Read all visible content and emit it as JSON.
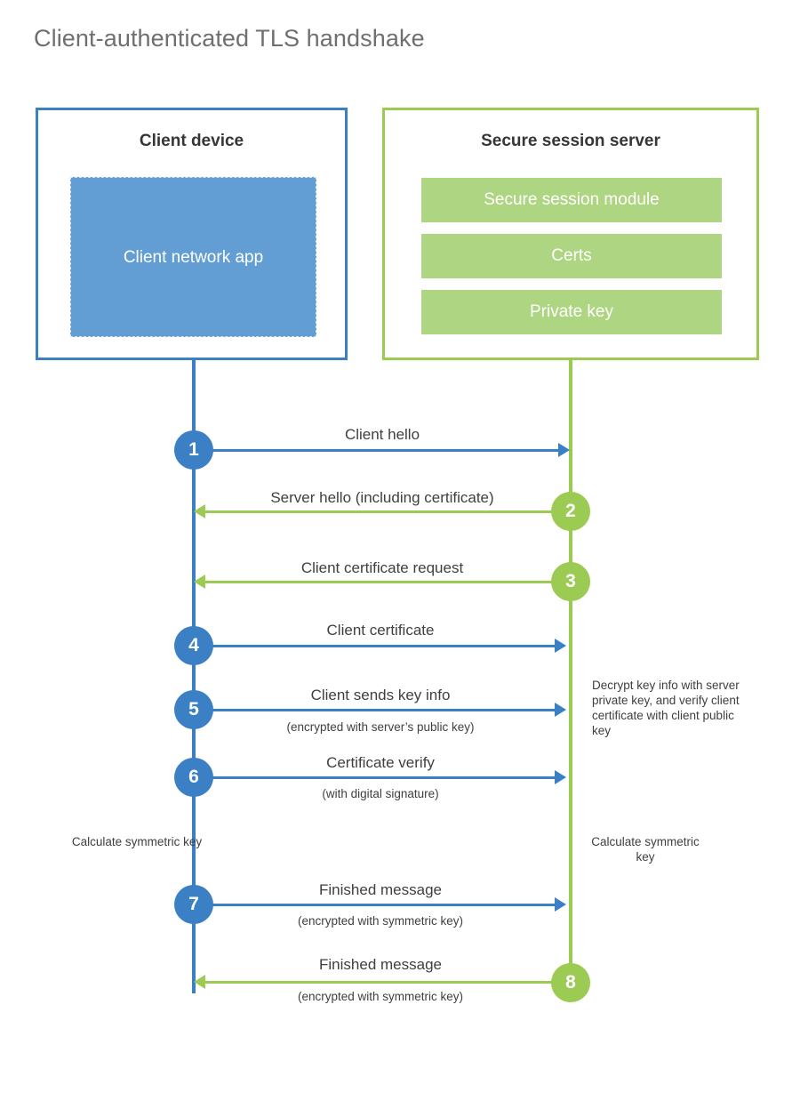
{
  "title": "Client-authenticated TLS handshake",
  "colors": {
    "client_blue": "#3b7fc4",
    "client_app_fill": "#629ed4",
    "server_green": "#9ccb54",
    "server_bar_fill": "#aed581",
    "title_gray": "#6e6f71",
    "text_dark": "#3f3f3f",
    "background": "#ffffff"
  },
  "client": {
    "title": "Client device",
    "app_label": "Client network app"
  },
  "server": {
    "title": "Secure session server",
    "components": [
      {
        "label": "Secure session module"
      },
      {
        "label": "Certs"
      },
      {
        "label": "Private key"
      }
    ]
  },
  "messages": [
    {
      "number": "1",
      "label": "Client hello",
      "sub": "",
      "direction": "client-to-server",
      "color": "blue"
    },
    {
      "number": "2",
      "label": "Server hello (including certificate)",
      "sub": "",
      "direction": "server-to-client",
      "color": "green"
    },
    {
      "number": "3",
      "label": "Client certificate request",
      "sub": "",
      "direction": "server-to-client",
      "color": "green"
    },
    {
      "number": "4",
      "label": "Client certificate",
      "sub": "",
      "direction": "client-to-server",
      "color": "blue"
    },
    {
      "number": "5",
      "label": "Client sends key info",
      "sub": "(encrypted with server’s public key)",
      "direction": "client-to-server",
      "color": "blue"
    },
    {
      "number": "6",
      "label": "Certificate verify",
      "sub": "(with digital signature)",
      "direction": "client-to-server",
      "color": "blue"
    },
    {
      "number": "7",
      "label": "Finished message",
      "sub": "(encrypted with symmetric key)",
      "direction": "client-to-server",
      "color": "blue"
    },
    {
      "number": "8",
      "label": "Finished message",
      "sub": "(encrypted with symmetric key)",
      "direction": "server-to-client",
      "color": "green"
    }
  ],
  "notes": {
    "server_decrypt": "Decrypt key info with server private key, and verify client certificate with client public key",
    "client_calculate": "Calculate symmetric key",
    "server_calculate": "Calculate symmetric key"
  }
}
